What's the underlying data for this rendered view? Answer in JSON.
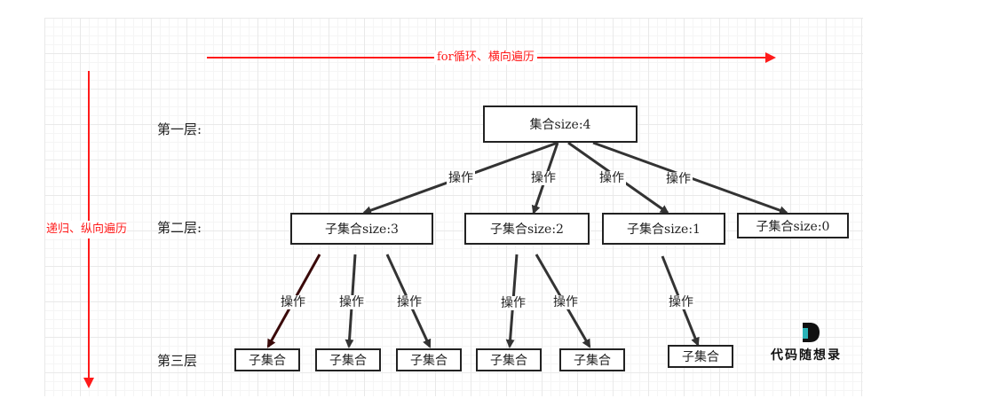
{
  "axes": {
    "horizontal_label": "for循环、横向遍历",
    "vertical_label": "递归、纵向遍历",
    "color": "#ff1a1a"
  },
  "levels": [
    "第一层:",
    "第二层:",
    "第三层"
  ],
  "root": {
    "label": "集合size:4"
  },
  "level2": [
    {
      "label": "子集合size:3"
    },
    {
      "label": "子集合size:2"
    },
    {
      "label": "子集合size:1"
    },
    {
      "label": "子集合size:0"
    }
  ],
  "level3": [
    {
      "label": "子集合"
    },
    {
      "label": "子集合"
    },
    {
      "label": "子集合"
    },
    {
      "label": "子集合"
    },
    {
      "label": "子集合"
    },
    {
      "label": "子集合"
    }
  ],
  "edge_label": "操作",
  "logo": {
    "text": "代码随想录"
  }
}
